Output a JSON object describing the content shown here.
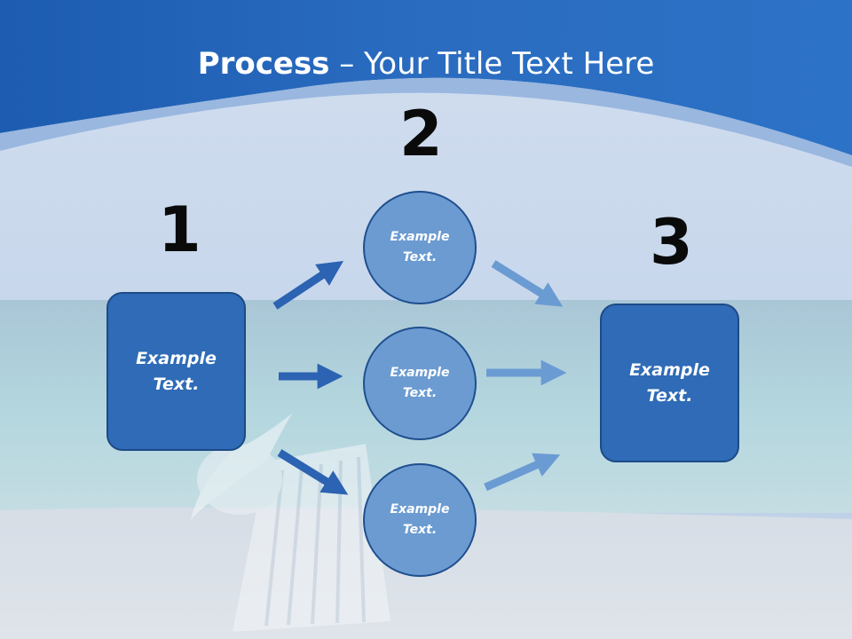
{
  "title": {
    "bold": "Process",
    "rest": " – Your Title Text Here"
  },
  "steps": [
    {
      "number": "1",
      "text": "Example Text."
    },
    {
      "number": "2",
      "items": [
        "Example Text.",
        "Example Text.",
        "Example Text."
      ]
    },
    {
      "number": "3",
      "text": "Example Text."
    }
  ],
  "colors": {
    "header_blue": "#2a6cc0",
    "box_fill": "#2f6bb6",
    "circle_fill": "#6b9bd1",
    "arrow_dark": "#2c63b2",
    "arrow_light": "#6a9bd2"
  },
  "icons": [
    "arrow-right-icon"
  ]
}
